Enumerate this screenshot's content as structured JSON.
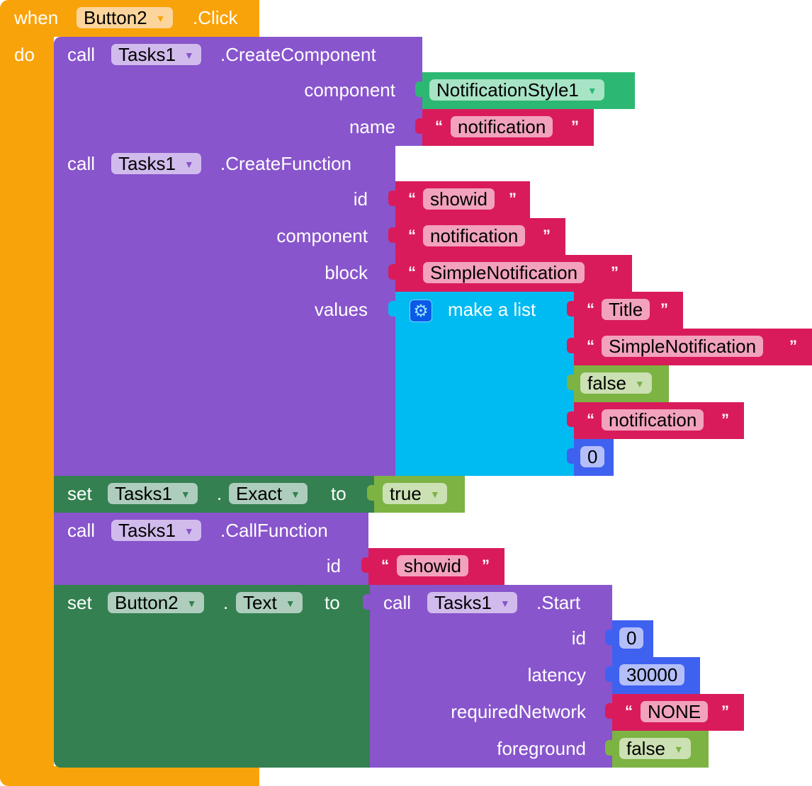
{
  "event": {
    "when": "when",
    "component": "Button2",
    "event": ".Click",
    "do": "do"
  },
  "create_component": {
    "call": "call",
    "component": "Tasks1",
    "method": ".CreateComponent",
    "arg1_label": "component",
    "arg1_value": "NotificationStyle1",
    "arg2_label": "name",
    "arg2_value": "notification"
  },
  "create_function": {
    "call": "call",
    "component": "Tasks1",
    "method": ".CreateFunction",
    "id_label": "id",
    "id_value": "showid",
    "component_label": "component",
    "component_value": "notification",
    "block_label": "block",
    "block_value": "SimpleNotification",
    "values_label": "values"
  },
  "make_list": {
    "label": "make a list",
    "items": [
      "Title",
      "SimpleNotification",
      "false",
      "notification",
      "0"
    ]
  },
  "set_exact": {
    "set": "set",
    "component": "Tasks1",
    "dot": ".",
    "property": "Exact",
    "to": "to",
    "value": "true"
  },
  "call_function": {
    "call": "call",
    "component": "Tasks1",
    "method": ".CallFunction",
    "id_label": "id",
    "id_value": "showid"
  },
  "set_text": {
    "set": "set",
    "component": "Button2",
    "dot": ".",
    "property": "Text",
    "to": "to"
  },
  "start": {
    "call": "call",
    "component": "Tasks1",
    "method": ".Start",
    "id_label": "id",
    "id_value": "0",
    "latency_label": "latency",
    "latency_value": "30000",
    "network_label": "requiredNetwork",
    "network_value": "NONE",
    "foreground_label": "foreground",
    "foreground_value": "false"
  },
  "quotes": {
    "open": "“",
    "close": "”"
  },
  "icons": {
    "dropdown": "▼",
    "gear": "⚙"
  }
}
